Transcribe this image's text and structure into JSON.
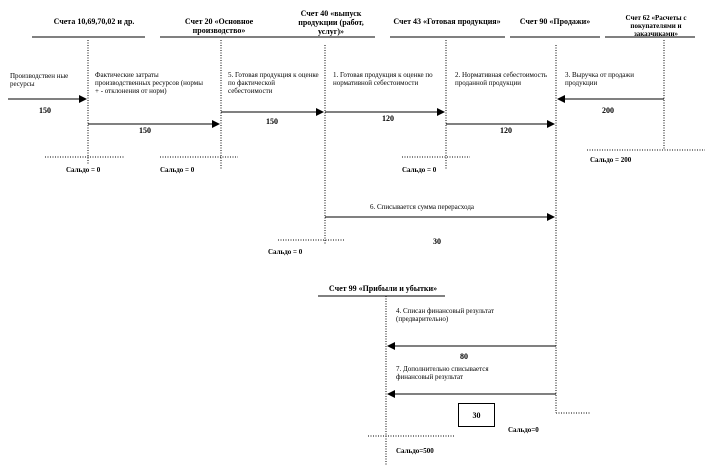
{
  "headers": {
    "acc_10": "Счета 10,69,70,02 и др.",
    "acc_20": "Счет 20 «Основное производство»",
    "acc_40": "Счет 40 «выпуск продукции (работ, услуг)»",
    "acc_43": "Счет 43 «Готовая продукция»",
    "acc_90": "Счет 90 «Продажи»",
    "acc_62": "Счет 62 «Расчеты с покупателями и заказчиками»",
    "acc_99": "Счет 99 «Прибыли и убытки»"
  },
  "texts": {
    "prod_resources": "Производствен ные ресурсы",
    "actual_costs": "Фактические затраты производственных ресурсов (нормы + - отклонения от норм)",
    "op5": "5. Готовая продукция к оценке по фактической себестоимости",
    "op1": "1. Готовая продукция к оценке по нормативной себестоимости",
    "op2": "2. Нормативная себестоимость проданной продукции",
    "op3": "3. Выручка от продажи продукции",
    "op6": "6. Списывается сумма перерасхода",
    "op4": "4. Списан финансовый результат (предварительно)",
    "op7": "7. Дополнительно списывается финансовый результат"
  },
  "numbers": {
    "n150_a": "150",
    "n150_b": "150",
    "n150_c": "150",
    "n120_a": "120",
    "n120_b": "120",
    "n200": "200",
    "n30": "30",
    "n80": "80",
    "n30_box": "30"
  },
  "saldos": {
    "s1": "Сальдо = 0",
    "s2": "Сальдо = 0",
    "s3": "Сальдо = 0",
    "s4": "Сальдо = 200",
    "s5": "Сальдо = 0",
    "s6": "Сальдо=0",
    "s7": "Сальдо=500"
  }
}
